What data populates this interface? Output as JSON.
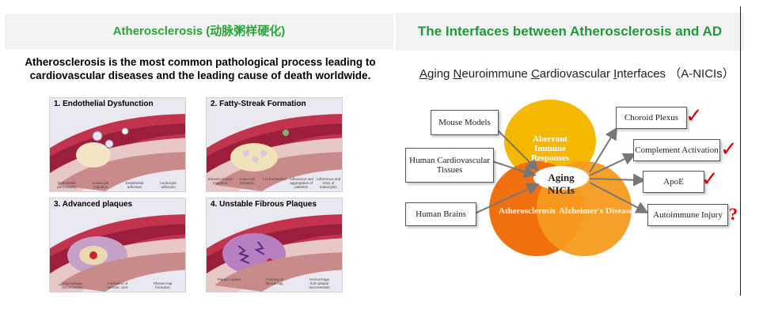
{
  "left": {
    "title": "Atherosclerosis (动脉粥样硬化)",
    "lead": "Atherosclerosis is the most common pathological process leading to cardiovascular diseases and the leading cause of death worldwide.",
    "panels": [
      {
        "title": "1. Endothelial Dysfunction",
        "labels": [
          "Endothelial permeability",
          "Leukocyte migration",
          "Endothelial adhesion",
          "Leukocyte adhesion"
        ]
      },
      {
        "title": "2. Fatty-Streak Formation",
        "labels": [
          "Smooth-muscle migration",
          "Foam-cell formation",
          "T-cell activation",
          "Adherence and aggregation of platelets",
          "Adherence and entry of leukocytes"
        ]
      },
      {
        "title": "3. Advanced plaques",
        "labels": [
          "Macrophage accumulation",
          "Formation of necrotic core",
          "Fibrous-cap formation"
        ]
      },
      {
        "title": "4. Unstable Fibrous Plaques",
        "labels": [
          "Plaque rupture",
          "Thinning of fibrous cap",
          "Hemorrhage from plaque microvessels"
        ]
      }
    ]
  },
  "right": {
    "title": "The Interfaces between Atherosclerosis and AD",
    "subtitle_parts": [
      {
        "u": "A",
        "rest": "ging "
      },
      {
        "u": "N",
        "rest": "euroimmune "
      },
      {
        "u": "C",
        "rest": "ardiovascular "
      },
      {
        "u": "I",
        "rest": "nterfaces"
      }
    ],
    "subtitle_suffix": "（A-NICIs）",
    "inputs": [
      "Mouse Models",
      "Human Cardiovascular Tissues",
      "Human Brains"
    ],
    "outputs": [
      "Choroid Plexus",
      "Complement Activation",
      "ApoE",
      "Autoimmune Injury"
    ],
    "check_mark": "✓",
    "question_mark": "?",
    "circles": {
      "top": "Aberrant Immune Responses",
      "left": "Atherosclerosis",
      "right": "Alzheimer's Disease",
      "center": "Aging NICIs"
    },
    "colors": {
      "top": "#f5b800",
      "left": "#f07010",
      "right": "#f59a20",
      "check": "#d40000",
      "green": "#1f9a3a"
    }
  }
}
